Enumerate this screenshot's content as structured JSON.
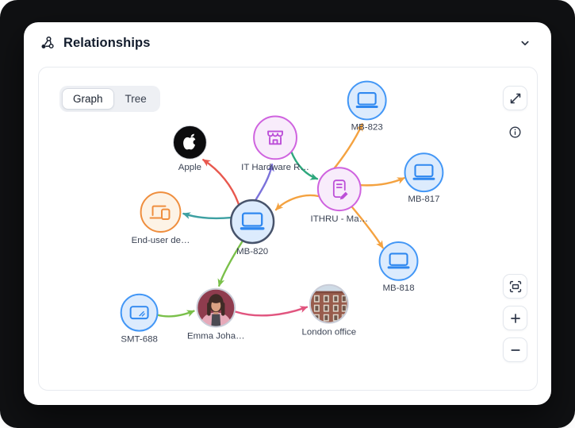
{
  "header": {
    "title": "Relationships"
  },
  "tabs": {
    "graph_label": "Graph",
    "tree_label": "Tree",
    "active": "Graph"
  },
  "controls": {
    "collapse_icon": "chevron-down",
    "panel_icon": "relationships-graph",
    "expand_icon": "expand-diagonal",
    "info_icon": "info-circle",
    "fit_icon": "fit-to-screen",
    "zoom_in_label": "+",
    "zoom_out_label": "−"
  },
  "colors": {
    "laptop_node_fill": "#dcebfd",
    "laptop_node_border": "#4397f6",
    "laptop_icon": "#2f88f0",
    "selected_node_border": "#47536b",
    "vendor_node_fill": "#f8ecfb",
    "vendor_node_border": "#cf63df",
    "vendor_icon": "#bc4fd8",
    "device_group_fill": "#fdf3e6",
    "device_group_border": "#ef8e3e",
    "edge_red": "#e8584e",
    "edge_purple": "#7b72da",
    "edge_teal": "#3da0a2",
    "edge_green": "#7ac04a",
    "edge_orange": "#f4a240",
    "edge_seagreen": "#2ea87d",
    "edge_rose": "#e1557f"
  },
  "graph": {
    "nodes": [
      {
        "id": "mb-823",
        "label": "MB-823",
        "type": "laptop"
      },
      {
        "id": "mb-817",
        "label": "MB-817",
        "type": "laptop"
      },
      {
        "id": "mb-818",
        "label": "MB-818",
        "type": "laptop"
      },
      {
        "id": "ithru-ma",
        "label": "ITHRU - Ma…",
        "type": "contract"
      },
      {
        "id": "it-hardware",
        "label": "IT Hardware R…",
        "type": "vendor"
      },
      {
        "id": "apple",
        "label": "Apple",
        "type": "brand"
      },
      {
        "id": "end-user-devices",
        "label": "End-user de…",
        "type": "device-group"
      },
      {
        "id": "mb-820",
        "label": "MB-820",
        "type": "laptop",
        "selected": true
      },
      {
        "id": "smt-688",
        "label": "SMT-688",
        "type": "tablet"
      },
      {
        "id": "emma",
        "label": "Emma Joha…",
        "type": "person"
      },
      {
        "id": "london-office",
        "label": "London office",
        "type": "location"
      }
    ],
    "edges": [
      {
        "from": "mb-820",
        "to": "apple",
        "color": "#e8584e"
      },
      {
        "from": "mb-820",
        "to": "it-hardware",
        "color": "#7b72da"
      },
      {
        "from": "mb-820",
        "to": "end-user-devices",
        "color": "#3da0a2"
      },
      {
        "from": "mb-820",
        "to": "emma",
        "color": "#7ac04a"
      },
      {
        "from": "ithru-ma",
        "to": "mb-820",
        "color": "#f4a240"
      },
      {
        "from": "ithru-ma",
        "to": "mb-823",
        "color": "#f4a240"
      },
      {
        "from": "ithru-ma",
        "to": "mb-817",
        "color": "#f4a240"
      },
      {
        "from": "ithru-ma",
        "to": "mb-818",
        "color": "#f4a240"
      },
      {
        "from": "it-hardware",
        "to": "ithru-ma",
        "color": "#2ea87d"
      },
      {
        "from": "smt-688",
        "to": "emma",
        "color": "#7ac04a"
      },
      {
        "from": "emma",
        "to": "london-office",
        "color": "#e1557f"
      }
    ]
  }
}
